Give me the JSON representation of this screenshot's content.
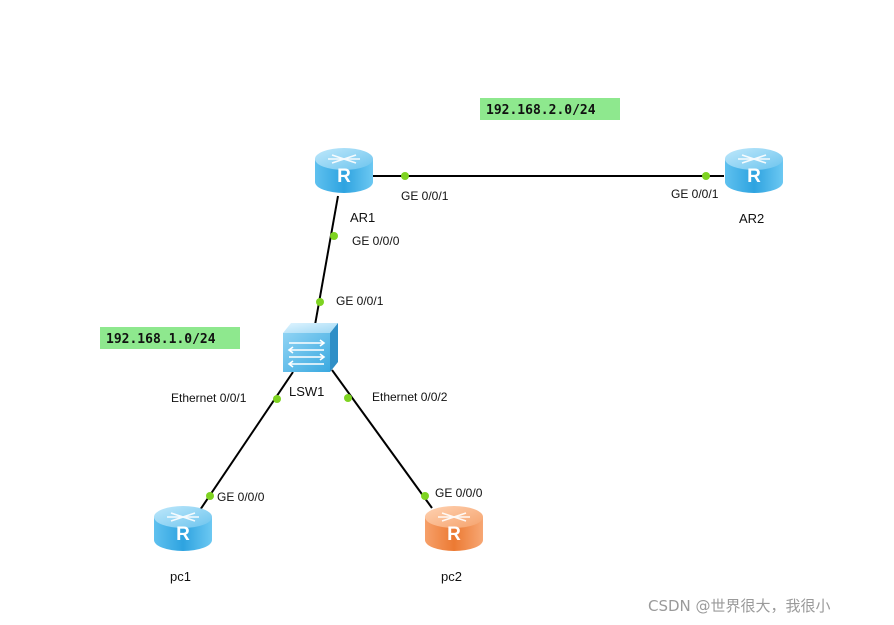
{
  "networks": {
    "net_top": "192.168.2.0/24",
    "net_left": "192.168.1.0/24",
    "highlight_color": "#8ee88e"
  },
  "devices": {
    "ar1": "AR1",
    "ar2": "AR2",
    "lsw1": "LSW1",
    "pc1": "pc1",
    "pc2": "pc2"
  },
  "interfaces": {
    "ar1_ge001": "GE 0/0/1",
    "ar2_ge001": "GE 0/0/1",
    "ar1_ge000": "GE 0/0/0",
    "lsw1_ge001": "GE 0/0/1",
    "lsw1_eth001": "Ethernet 0/0/1",
    "lsw1_eth002": "Ethernet 0/0/2",
    "pc1_ge000": "GE 0/0/0",
    "pc2_ge000": "GE 0/0/0"
  },
  "colors": {
    "router_blue": "#3aa9e6",
    "router_orange": "#f07f34",
    "link_dot": "#7ed321",
    "link_line": "#000000"
  },
  "watermark": "CSDN @世界很大，我很小"
}
